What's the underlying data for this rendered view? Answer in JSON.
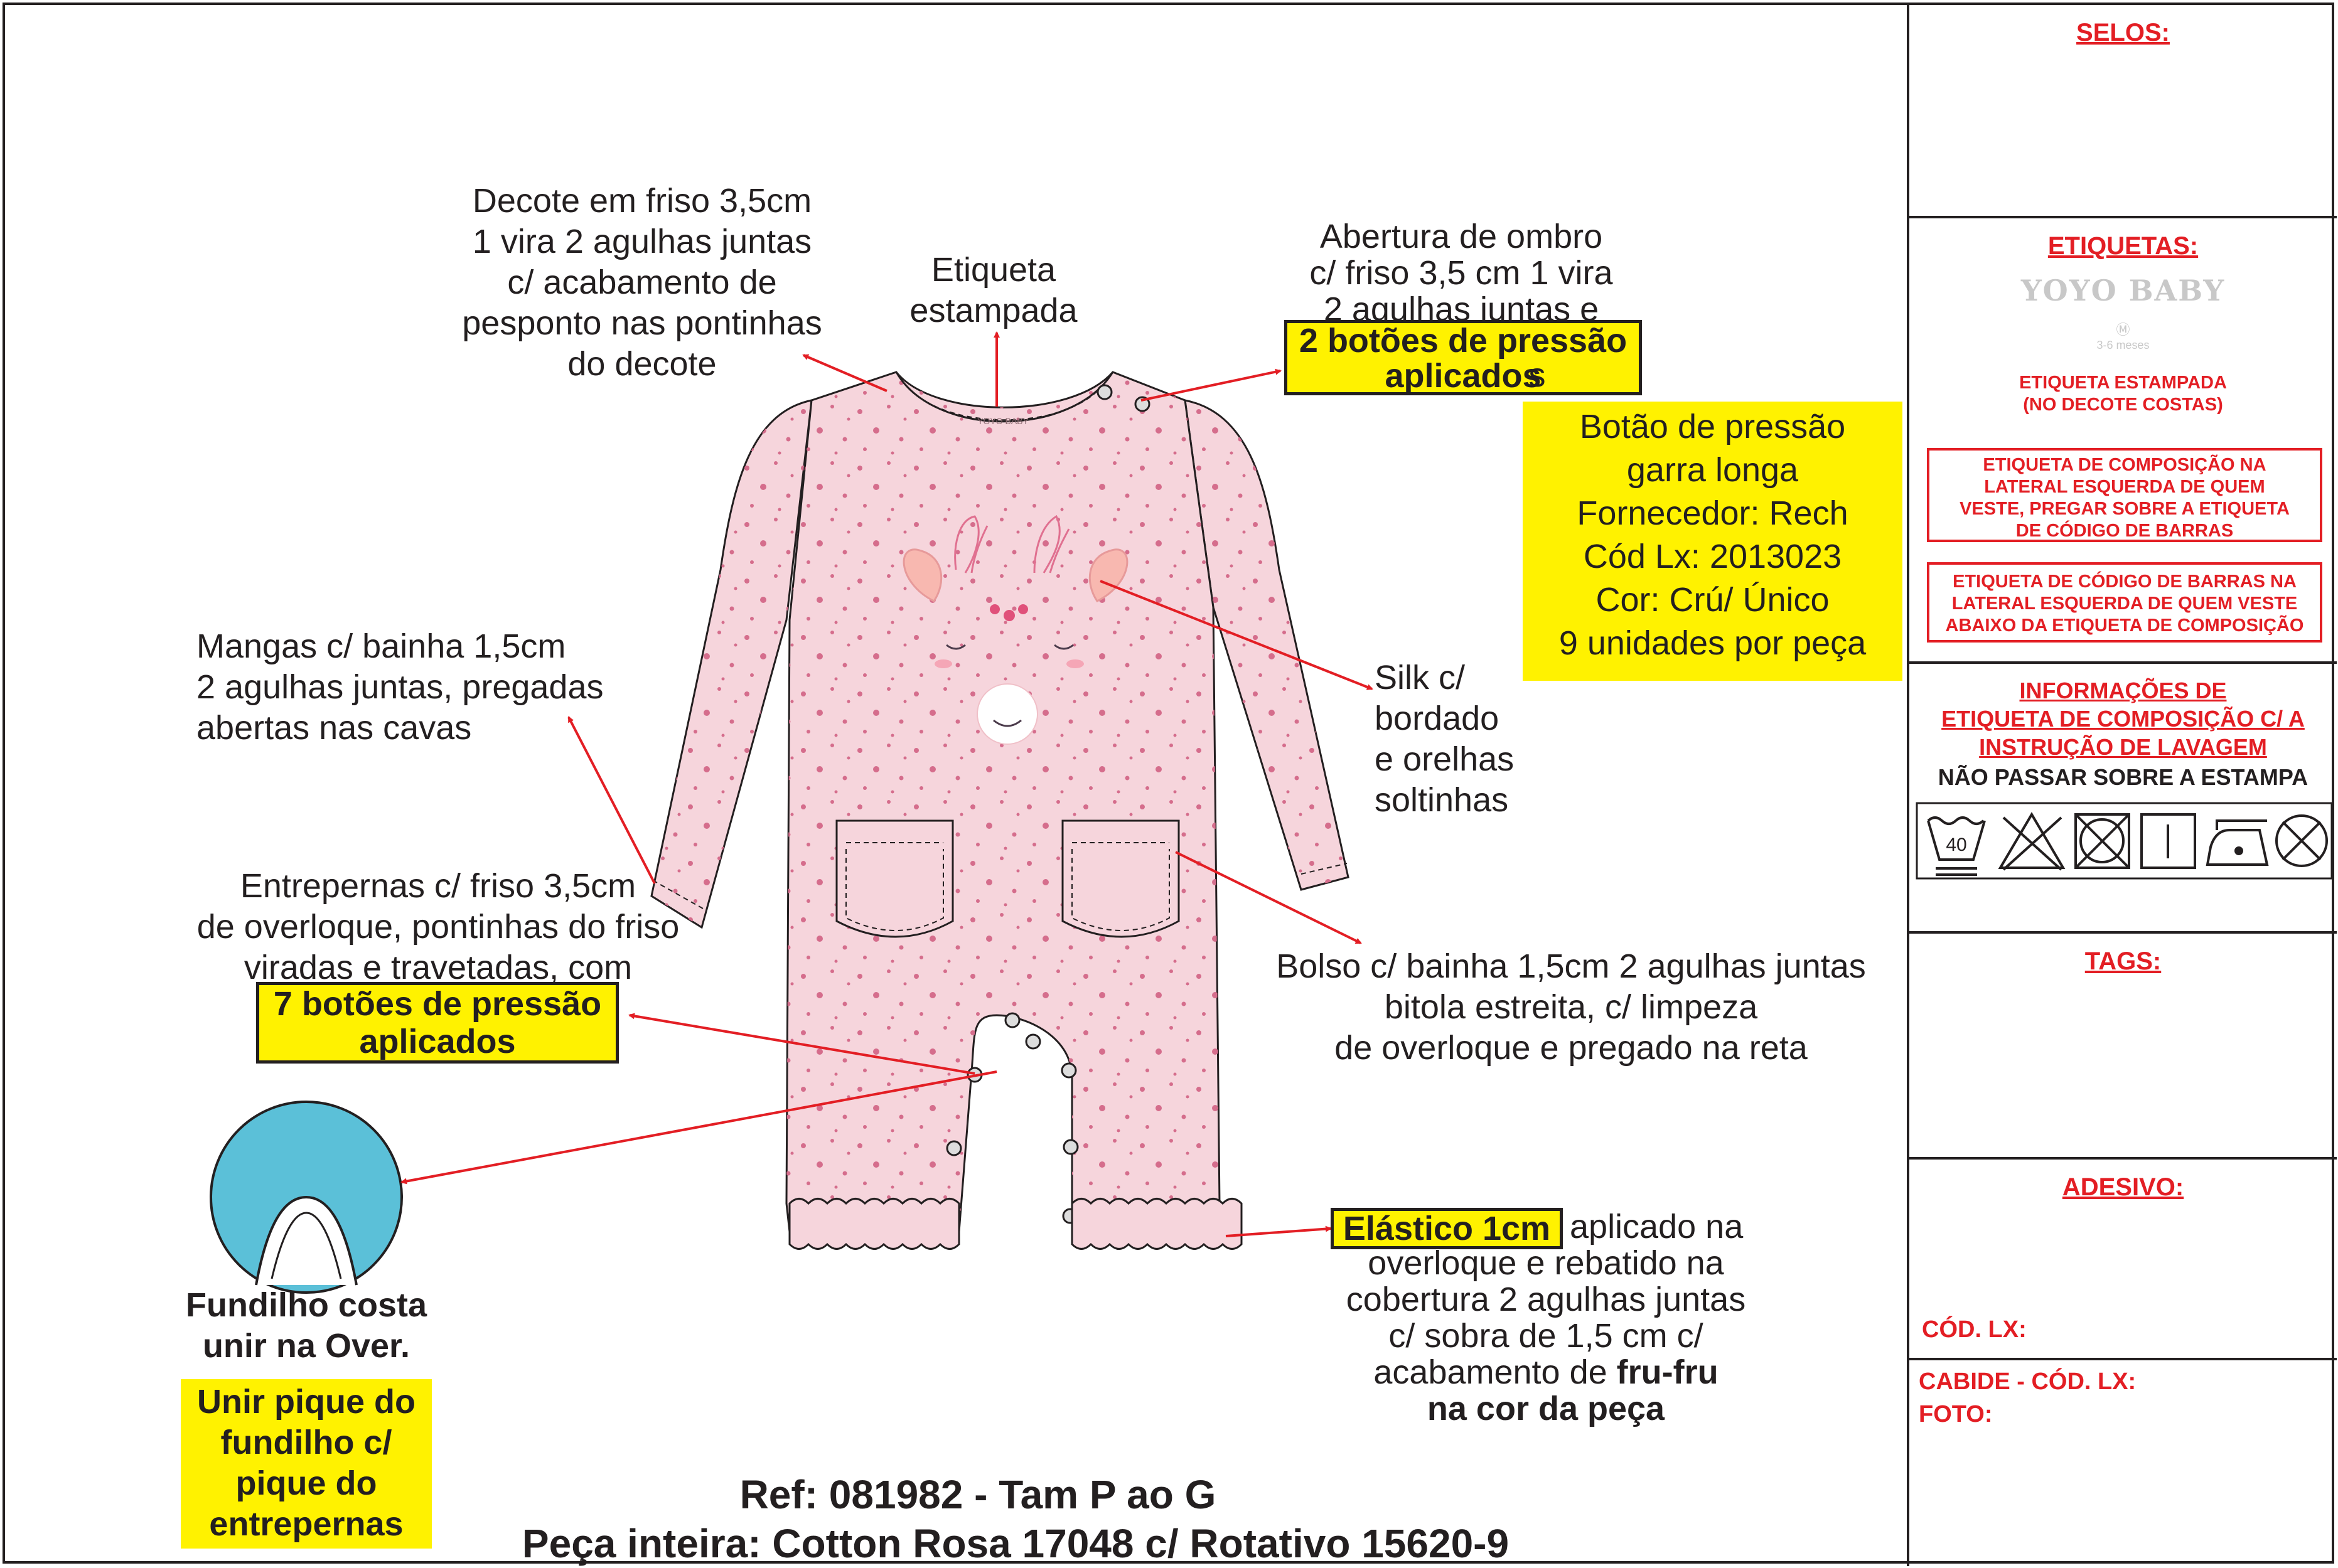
{
  "notes": {
    "decote": [
      "Decote em friso 3,5cm",
      "1 vira 2 agulhas juntas",
      "c/ acabamento de",
      "pesponto nas pontinhas",
      "do decote"
    ],
    "etiqueta": [
      "Etiqueta",
      "estampada"
    ],
    "ombro": [
      "Abertura de ombro",
      "c/ friso 3,5 cm 1 vira",
      "2 agulhas juntas e"
    ],
    "ombro_highlight": [
      "2 botões de pressão",
      "aplicados"
    ],
    "ombro_tail": "s",
    "botao_box": [
      "Botão de pressão",
      "garra longa",
      "Fornecedor: Rech",
      "Cód Lx: 2013023",
      "Cor: Crú/ Único",
      "9 unidades por peça"
    ],
    "mangas": [
      "Mangas c/ bainha 1,5cm",
      "2 agulhas juntas, pregadas",
      "abertas nas cavas"
    ],
    "silk": [
      "Silk c/",
      "bordado",
      "e orelhas",
      "soltinhas"
    ],
    "entrepernas": [
      "Entrepernas c/ friso 3,5cm",
      "de overloque, pontinhas do friso",
      "viradas e travetadas, com"
    ],
    "entrepernas_highlight": [
      "7 botões de pressão",
      "aplicados"
    ],
    "bolso": [
      "Bolso c/ bainha 1,5cm 2 agulhas juntas",
      "bitola estreita, c/ limpeza",
      "de overloque e pregado na reta"
    ],
    "fundilho": [
      "Fundilho costa",
      "unir na Over."
    ],
    "fundilho_box": [
      "Unir pique do",
      "fundilho c/",
      "pique do",
      "entrepernas"
    ],
    "elastico_highlight": "Elástico 1cm",
    "elastico": [
      "aplicado na",
      "overloque e rebatido na",
      "cobertura 2 agulhas juntas",
      "c/ sobra de 1,5 cm c/"
    ],
    "elastico_last_prefix": "acabamento de ",
    "elastico_last_bold": "fru-fru",
    "elastico_final": "na cor da peça"
  },
  "footer": {
    "ref": "Ref: 081982 - Tam P ao G",
    "peca": "Peça inteira: Cotton Rosa 17048 c/ Rotativo 15620-9"
  },
  "garment": {
    "brand_on_neck": "YOYO BABY"
  },
  "sidebar": {
    "selos": "SELOS:",
    "etiquetas": "ETIQUETAS:",
    "brand": "YOYO BABY",
    "brand_size": "3-6 meses",
    "etiqueta_estampada": [
      "ETIQUETA ESTAMPADA",
      "(NO DECOTE COSTAS)"
    ],
    "composicao": [
      "ETIQUETA DE COMPOSIÇÃO NA",
      "LATERAL ESQUERDA DE QUEM",
      "VESTE, PREGAR SOBRE A ETIQUETA",
      "DE CÓDIGO DE BARRAS"
    ],
    "codigo_barras": [
      "ETIQUETA DE CÓDIGO DE BARRAS NA",
      "LATERAL ESQUERDA DE QUEM VESTE",
      "ABAIXO DA ETIQUETA DE COMPOSIÇÃO"
    ],
    "informacoes": [
      "INFORMAÇÕES DE",
      "ETIQUETA DE COMPOSIÇÃO C/ A",
      "INSTRUÇÃO DE LAVAGEM"
    ],
    "nao_passar": "NÃO PASSAR SOBRE A ESTAMPA",
    "wash_temp": "40",
    "tags": "TAGS:",
    "adesivo": "ADESIVO:",
    "cod_lx": "CÓD. LX:",
    "cabide": "CABIDE - CÓD. LX:",
    "foto": "FOTO:"
  },
  "colors": {
    "arrow": "#e31e24",
    "highlight": "#fff200",
    "garment": "#f6d5dc",
    "dots": "#d56d8c",
    "fundilho": "#5bc0d8"
  },
  "icons": [
    "wash-40-icon",
    "no-bleach-icon",
    "no-tumble-dry-icon",
    "line-dry-icon",
    "iron-low-icon",
    "no-dry-clean-icon"
  ]
}
